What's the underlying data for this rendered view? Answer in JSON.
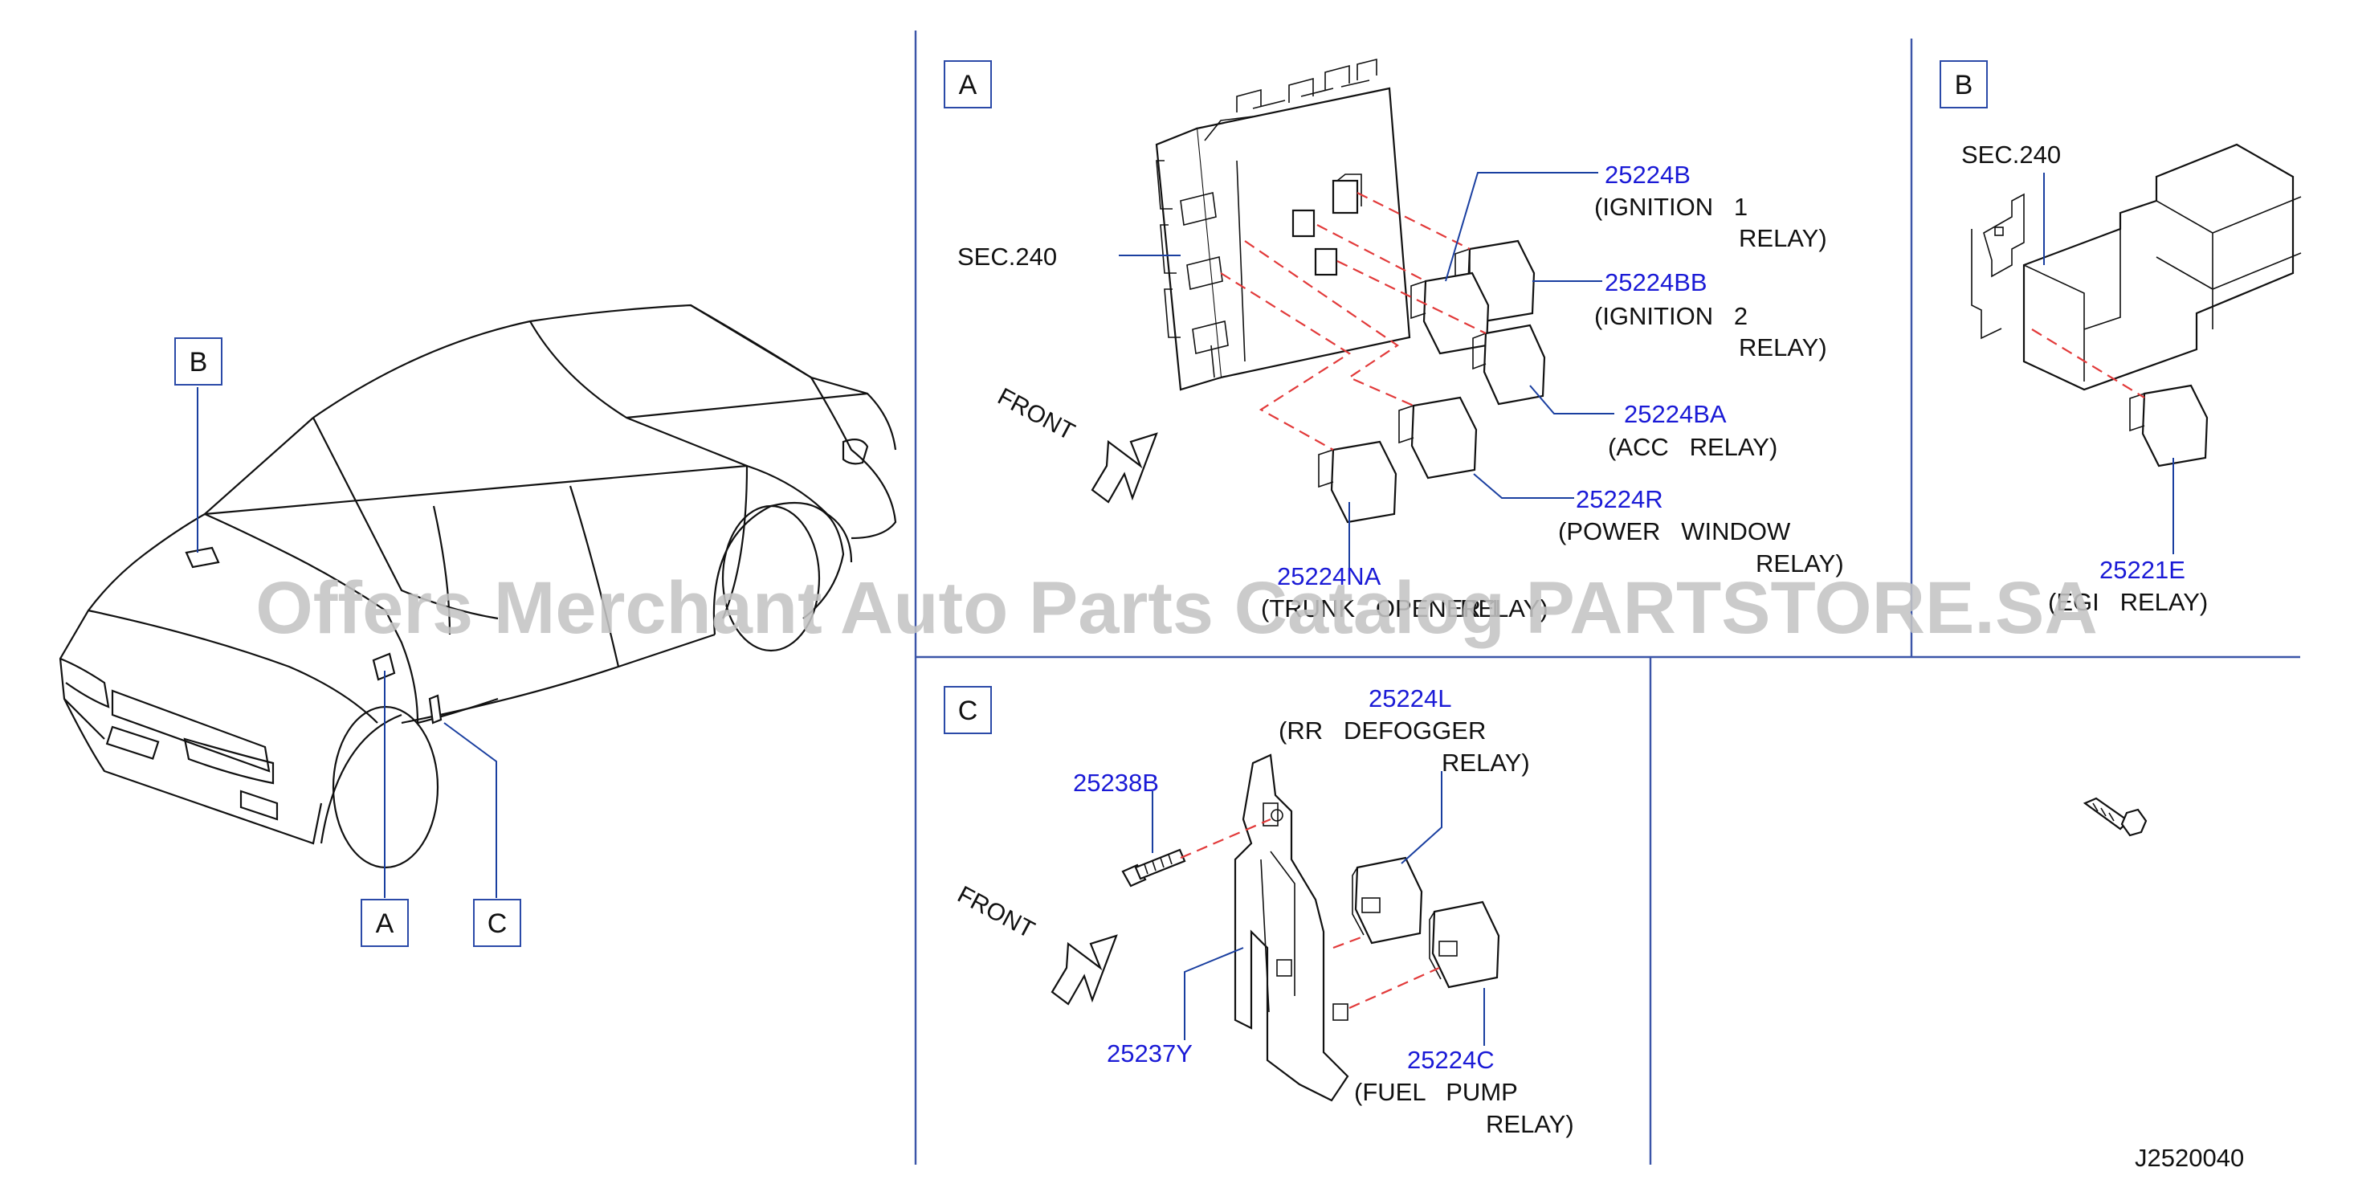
{
  "diagram": {
    "sections": {
      "a": "A",
      "b": "B",
      "c": "C"
    },
    "car_callouts": {
      "a": "A",
      "b": "B",
      "c": "C"
    },
    "section_a": {
      "sec_ref": "SEC.240",
      "front": "FRONT",
      "parts": [
        {
          "code": "25224B",
          "desc1": "(IGNITION   1",
          "desc2": "RELAY)"
        },
        {
          "code": "25224BB",
          "desc1": "(IGNITION   2",
          "desc2": "RELAY)"
        },
        {
          "code": "25224BA",
          "desc1": "(ACC   RELAY)",
          "desc2": ""
        },
        {
          "code": "25224R",
          "desc1": "(POWER   WINDOW",
          "desc2": "RELAY)"
        },
        {
          "code": "25224NA",
          "desc1": "(TRUNK   OPENER 1",
          "desc2": "RELAY)"
        }
      ]
    },
    "section_b": {
      "sec_ref": "SEC.240",
      "parts": [
        {
          "code": "25221E",
          "desc1": "(EGI   RELAY)"
        }
      ]
    },
    "section_c": {
      "front": "FRONT",
      "parts": [
        {
          "code": "25224L",
          "desc1": "(RR   DEFOGGER",
          "desc2": "RELAY)"
        },
        {
          "code": "25238B"
        },
        {
          "code": "25237Y"
        },
        {
          "code": "25224C",
          "desc1": "(FUEL   PUMP",
          "desc2": "RELAY)"
        }
      ]
    },
    "diagram_id": "J2520040",
    "watermark": "Offers Merchant Auto Parts Catalog PARTSTORE.SA",
    "colors": {
      "part_number": "#1a1ad6",
      "leader": "#1a3fa0",
      "dash": "#e23a3a",
      "divider": "#3b55a8",
      "watermark": "#c4c4c4"
    }
  }
}
